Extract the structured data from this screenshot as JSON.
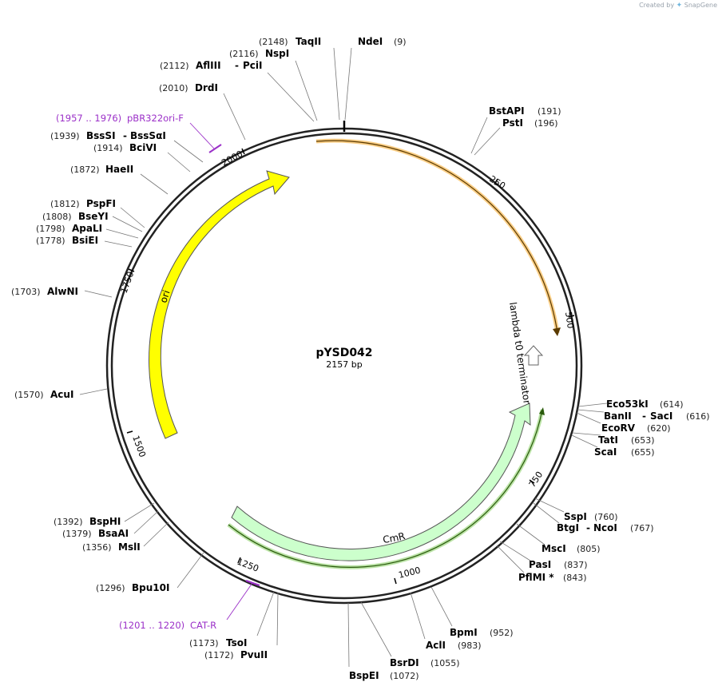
{
  "brand": {
    "prefix": "Created by",
    "name": "SnapGene"
  },
  "plasmid": {
    "name": "pYSD042",
    "size_label": "2157 bp",
    "length": 2157
  },
  "ticks": [
    "250",
    "500",
    "750",
    "1000",
    "1250",
    "1500",
    "1750",
    "2000"
  ],
  "sites": [
    {
      "name": "TaqII",
      "pos": "(2148)"
    },
    {
      "name": "NdeI",
      "pos": "(9)"
    },
    {
      "name": "NspI",
      "pos": "(2116)"
    },
    {
      "name": "AflIII",
      "pos": "(2112)"
    },
    {
      "name": "PciI",
      "pos": ""
    },
    {
      "name": "DrdI",
      "pos": "(2010)"
    },
    {
      "name": "BssSI",
      "pos": "(1939)"
    },
    {
      "name": "BssSαI",
      "pos": ""
    },
    {
      "name": "BciVI",
      "pos": "(1914)"
    },
    {
      "name": "HaeII",
      "pos": "(1872)"
    },
    {
      "name": "PspFI",
      "pos": "(1812)"
    },
    {
      "name": "BseYI",
      "pos": "(1808)"
    },
    {
      "name": "ApaLI",
      "pos": "(1798)"
    },
    {
      "name": "BsiEI",
      "pos": "(1778)"
    },
    {
      "name": "AlwNI",
      "pos": "(1703)"
    },
    {
      "name": "AcuI",
      "pos": "(1570)"
    },
    {
      "name": "BspHI",
      "pos": "(1392)"
    },
    {
      "name": "BsaAI",
      "pos": "(1379)"
    },
    {
      "name": "MslI",
      "pos": "(1356)"
    },
    {
      "name": "Bpu10I",
      "pos": "(1296)"
    },
    {
      "name": "TsoI",
      "pos": "(1173)"
    },
    {
      "name": "PvuII",
      "pos": "(1172)"
    },
    {
      "name": "BspEI",
      "pos": "(1072)"
    },
    {
      "name": "BsrDI",
      "pos": "(1055)"
    },
    {
      "name": "AclI",
      "pos": "(983)"
    },
    {
      "name": "BpmI",
      "pos": "(952)"
    },
    {
      "name": "PflMI *",
      "pos": "(843)"
    },
    {
      "name": "PasI",
      "pos": "(837)"
    },
    {
      "name": "MscI",
      "pos": "(805)"
    },
    {
      "name": "BtgI",
      "pos": "(767)"
    },
    {
      "name": "NcoI",
      "pos": ""
    },
    {
      "name": "SspI",
      "pos": "(760)"
    },
    {
      "name": "ScaI",
      "pos": "(655)"
    },
    {
      "name": "TatI",
      "pos": "(653)"
    },
    {
      "name": "EcoRV",
      "pos": "(620)"
    },
    {
      "name": "BanII",
      "pos": "(616)"
    },
    {
      "name": "SacI",
      "pos": ""
    },
    {
      "name": "Eco53kI",
      "pos": "(614)"
    },
    {
      "name": "BstAPI",
      "pos": "(191)"
    },
    {
      "name": "PstI",
      "pos": "(196)"
    }
  ],
  "primers": [
    {
      "name": "pBR322ori-F",
      "range": "(1957 .. 1976)"
    },
    {
      "name": "CAT-R",
      "range": "(1201 .. 1220)"
    }
  ],
  "features": {
    "ori": "ori",
    "terminator": "lambda t0 terminator",
    "cmr": "CmR"
  },
  "colors": {
    "backbone": "#222222",
    "ori": "#ffff00",
    "cmr": "#ccffcc",
    "terminator_track": "#f5a623",
    "cmr_track": "#4a8c1c",
    "primer": "#9b30c8"
  }
}
